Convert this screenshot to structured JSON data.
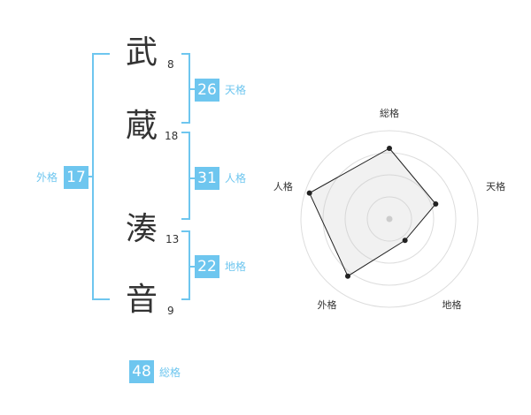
{
  "name": {
    "chars": [
      {
        "char": "武",
        "strokes": "8"
      },
      {
        "char": "蔵",
        "strokes": "18"
      },
      {
        "char": "湊",
        "strokes": "13"
      },
      {
        "char": "音",
        "strokes": "9"
      }
    ]
  },
  "scores": {
    "tenkaku": {
      "value": "26",
      "label": "天格"
    },
    "jinkaku": {
      "value": "31",
      "label": "人格"
    },
    "chikaku": {
      "value": "22",
      "label": "地格"
    },
    "gaikaku": {
      "value": "17",
      "label": "外格"
    },
    "soukaku": {
      "value": "48",
      "label": "総格"
    }
  },
  "colors": {
    "accent": "#6ec6ef",
    "text": "#333333"
  },
  "chart_data": {
    "type": "radar",
    "axes": [
      "総格",
      "天格",
      "地格",
      "外格",
      "人格"
    ],
    "values": [
      0.8,
      0.55,
      0.3,
      0.8,
      0.95
    ],
    "rings": 4
  }
}
